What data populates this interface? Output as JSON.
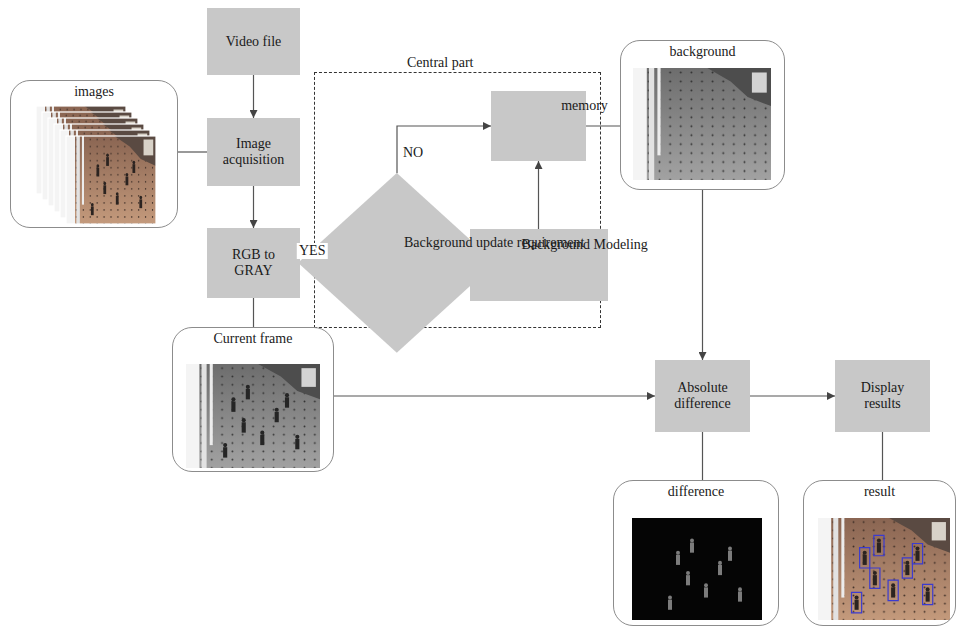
{
  "diagram": {
    "nodes": [
      {
        "text": [
          "Video file"
        ]
      },
      {
        "text": [
          "images"
        ]
      },
      {
        "text": [
          "Image acquisition"
        ]
      },
      {
        "text": [
          "Central part"
        ]
      },
      {
        "text": [
          "memory"
        ],
        "in": 3
      },
      {
        "text": [
          "Background update requirement"
        ],
        "in": 3
      },
      {
        "text": [
          "Background Modeling"
        ],
        "in": 3
      },
      {
        "text": [
          "background"
        ]
      },
      {
        "text": [
          "RGB to GRAY"
        ]
      },
      {
        "text": [
          "Current frame"
        ]
      },
      {
        "text": [
          "Absolute difference"
        ]
      },
      {
        "text": [
          "Display results"
        ]
      },
      {
        "text": [
          "difference"
        ]
      },
      {
        "text": [
          "result"
        ]
      }
    ],
    "edges": [
      {
        "from": 0,
        "to": 2,
        "arrow": "to"
      },
      {
        "from": 1,
        "to": 2,
        "arrow": "none"
      },
      {
        "from": 2,
        "to": 8,
        "arrow": "to"
      },
      {
        "from": 8,
        "to": 5,
        "arrow": "to"
      },
      {
        "from": 8,
        "to": 9,
        "arrow": "none"
      },
      {
        "from": 5,
        "to": 4,
        "label": "NO",
        "arrow": "to"
      },
      {
        "from": 5,
        "to": 6,
        "label": "YES",
        "arrow": "to"
      },
      {
        "from": 6,
        "to": 4,
        "arrow": "to"
      },
      {
        "from": 4,
        "to": 7,
        "arrow": "none"
      },
      {
        "from": 7,
        "to": 10,
        "arrow": "to"
      },
      {
        "from": 9,
        "to": 10,
        "arrow": "to"
      },
      {
        "from": 10,
        "to": 11,
        "arrow": "to"
      },
      {
        "from": 10,
        "to": 12,
        "arrow": "none"
      },
      {
        "from": 11,
        "to": 13,
        "arrow": "none"
      }
    ]
  }
}
